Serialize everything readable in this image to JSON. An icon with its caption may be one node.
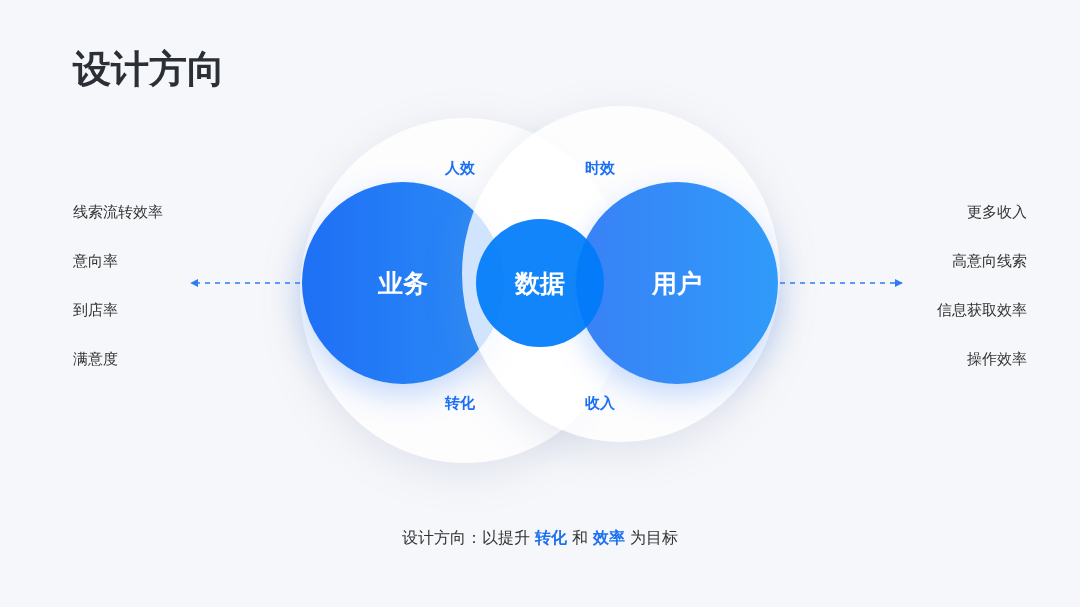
{
  "diagram": {
    "title": "设计方向",
    "caption": "设计方向：以提升 **转化** 和 **效率** 为目标",
    "nodes": [
      {
        "text": [
          "人效",
          "转化"
        ]
      },
      {
        "text": [
          "时效",
          "收入"
        ]
      },
      {
        "text": [
          "业务"
        ],
        "in": 0
      },
      {
        "text": [
          "数据"
        ]
      },
      {
        "text": [
          "用户"
        ],
        "in": 1
      },
      {
        "text": [
          "线索流转效率",
          "意向率",
          "到店率",
          "满意度"
        ]
      },
      {
        "text": [
          "更多收入",
          "高意向线索",
          "信息获取效率",
          "操作效率"
        ]
      }
    ],
    "edges": [
      {
        "from": 0,
        "to": 5,
        "arrow": "to",
        "style": "dashed",
        "color": "#2f7bf5"
      },
      {
        "from": 1,
        "to": 6,
        "arrow": "to",
        "style": "dashed",
        "color": "#2f7bf5"
      }
    ]
  }
}
